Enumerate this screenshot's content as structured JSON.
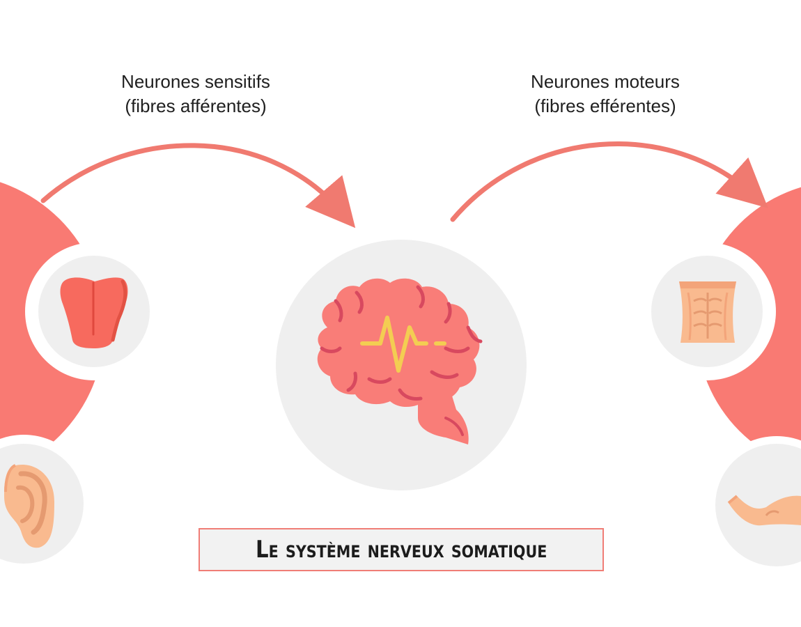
{
  "diagram": {
    "sensory_label": {
      "line1": "Neurones sensitifs",
      "line2": "(fibres afférentes)"
    },
    "motor_label": {
      "line1": "Neurones moteurs",
      "line2": "(fibres efférentes)"
    },
    "title": "Le système nerveux somatique",
    "icons": {
      "sensory_organs": [
        "tongue-icon",
        "ear-icon"
      ],
      "center": "brain-icon",
      "effectors": [
        "abdominal-muscles-icon",
        "arm-icon"
      ]
    },
    "colors": {
      "accent": "#f97a73",
      "arrow": "#f07a70",
      "circle_bg": "#efefef",
      "box_border": "#f07d76",
      "brain": "#f97d78",
      "brain_lines": "#d8495f",
      "pulse": "#f3cd52",
      "skin": "#f9ba8f"
    }
  }
}
